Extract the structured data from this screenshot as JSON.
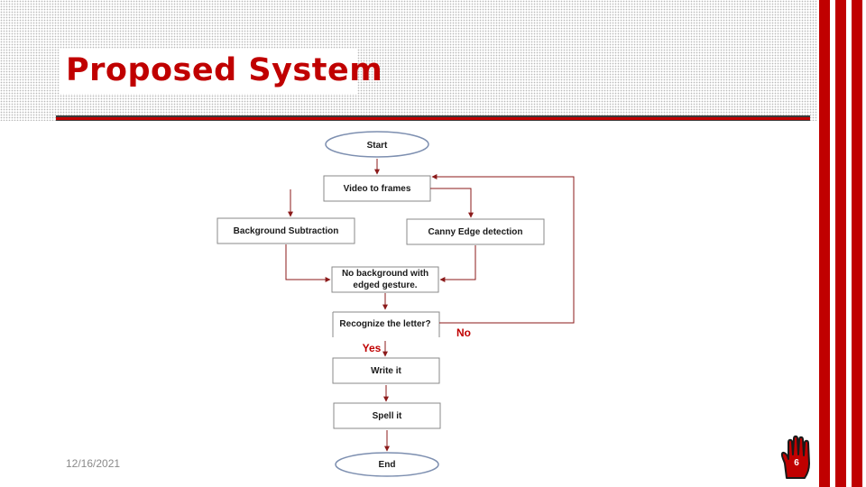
{
  "slide": {
    "title": "Proposed System",
    "date": "12/16/2021",
    "page_number": "6",
    "accent_color": "#c00000"
  },
  "flowchart": {
    "nodes": {
      "start": "Start",
      "video_to_frames": "Video to frames",
      "background_subtraction": "Background Subtraction",
      "canny_edge_detection": "Canny Edge detection",
      "merge_line1": "No background with",
      "merge_line2": "edged gesture.",
      "recognize": "Recognize the letter?",
      "write": "Write it",
      "spell": "Spell it",
      "end": "End"
    },
    "labels": {
      "yes": "Yes",
      "no": "No"
    }
  }
}
